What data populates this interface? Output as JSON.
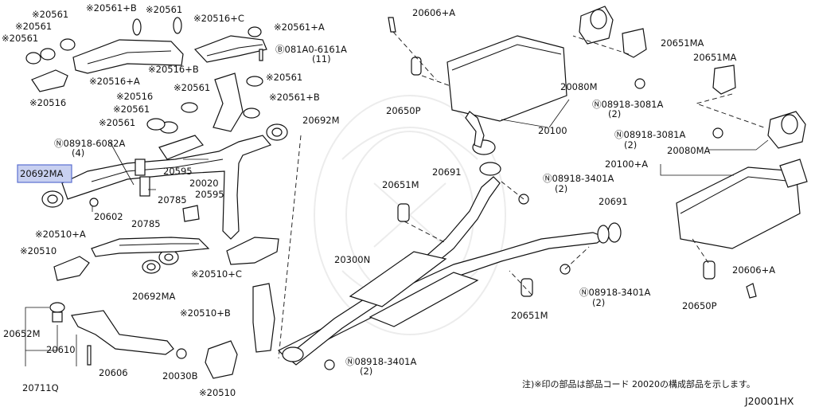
{
  "diagram": {
    "code": "J20001HX",
    "footnote": "注)※印の部品は部品コード 20020の構成部品を示します。",
    "highlight_color": "#c8d0f0",
    "labels": [
      {
        "id": "l1",
        "text": "※20561"
      },
      {
        "id": "l2",
        "text": "※20561+B"
      },
      {
        "id": "l3",
        "text": "※20561"
      },
      {
        "id": "l4",
        "text": "※20516+C"
      },
      {
        "id": "l5",
        "text": "※20561"
      },
      {
        "id": "l6",
        "text": "※20561"
      },
      {
        "id": "l7",
        "text": "※20561+A"
      },
      {
        "id": "l8",
        "text": "Ⓑ081A0-6161A"
      },
      {
        "id": "l9",
        "text": "(11)"
      },
      {
        "id": "l10",
        "text": "※20516+A"
      },
      {
        "id": "l11",
        "text": "※20516+B"
      },
      {
        "id": "l12",
        "text": "※20561"
      },
      {
        "id": "l13",
        "text": "※20561"
      },
      {
        "id": "l14",
        "text": "※20516"
      },
      {
        "id": "l15",
        "text": "※20516"
      },
      {
        "id": "l16",
        "text": "※20561+B"
      },
      {
        "id": "l17",
        "text": "※20561"
      },
      {
        "id": "l18",
        "text": "※20561"
      },
      {
        "id": "l19",
        "text": "20692M"
      },
      {
        "id": "l20",
        "text": "Ⓝ08918-6082A"
      },
      {
        "id": "l21",
        "text": "(4)"
      },
      {
        "id": "l22",
        "text": "20692MA"
      },
      {
        "id": "l23",
        "text": "20595"
      },
      {
        "id": "l24",
        "text": "20020"
      },
      {
        "id": "l25",
        "text": "20785"
      },
      {
        "id": "l26",
        "text": "20595"
      },
      {
        "id": "l27",
        "text": "20602"
      },
      {
        "id": "l28",
        "text": "20785"
      },
      {
        "id": "l29",
        "text": "※20510+A"
      },
      {
        "id": "l30",
        "text": "※20510"
      },
      {
        "id": "l31",
        "text": "※20510+C"
      },
      {
        "id": "l32",
        "text": "20692MA"
      },
      {
        "id": "l33",
        "text": "※20510+B"
      },
      {
        "id": "l34",
        "text": "20652M"
      },
      {
        "id": "l35",
        "text": "20610"
      },
      {
        "id": "l36",
        "text": "20606"
      },
      {
        "id": "l37",
        "text": "20030B"
      },
      {
        "id": "l38",
        "text": "20711Q"
      },
      {
        "id": "l39",
        "text": "※20510"
      },
      {
        "id": "l40",
        "text": "20606+A"
      },
      {
        "id": "l41",
        "text": "20651MA"
      },
      {
        "id": "l42",
        "text": "20651MA"
      },
      {
        "id": "l43",
        "text": "20650P"
      },
      {
        "id": "l44",
        "text": "20080M"
      },
      {
        "id": "l45",
        "text": "Ⓝ08918-3081A"
      },
      {
        "id": "l46",
        "text": "(2)"
      },
      {
        "id": "l47",
        "text": "20100"
      },
      {
        "id": "l48",
        "text": "Ⓝ08918-3081A"
      },
      {
        "id": "l49",
        "text": "(2)"
      },
      {
        "id": "l50",
        "text": "20080MA"
      },
      {
        "id": "l51",
        "text": "20100+A"
      },
      {
        "id": "l52",
        "text": "20691"
      },
      {
        "id": "l53",
        "text": "Ⓝ08918-3401A"
      },
      {
        "id": "l54",
        "text": "(2)"
      },
      {
        "id": "l55",
        "text": "20651M"
      },
      {
        "id": "l56",
        "text": "20691"
      },
      {
        "id": "l57",
        "text": "20300N"
      },
      {
        "id": "l58",
        "text": "20606+A"
      },
      {
        "id": "l59",
        "text": "Ⓝ08918-3401A"
      },
      {
        "id": "l60",
        "text": "(2)"
      },
      {
        "id": "l61",
        "text": "20650P"
      },
      {
        "id": "l62",
        "text": "20651M"
      },
      {
        "id": "l63",
        "text": "Ⓝ08918-3401A"
      },
      {
        "id": "l64",
        "text": "(2)"
      }
    ]
  }
}
